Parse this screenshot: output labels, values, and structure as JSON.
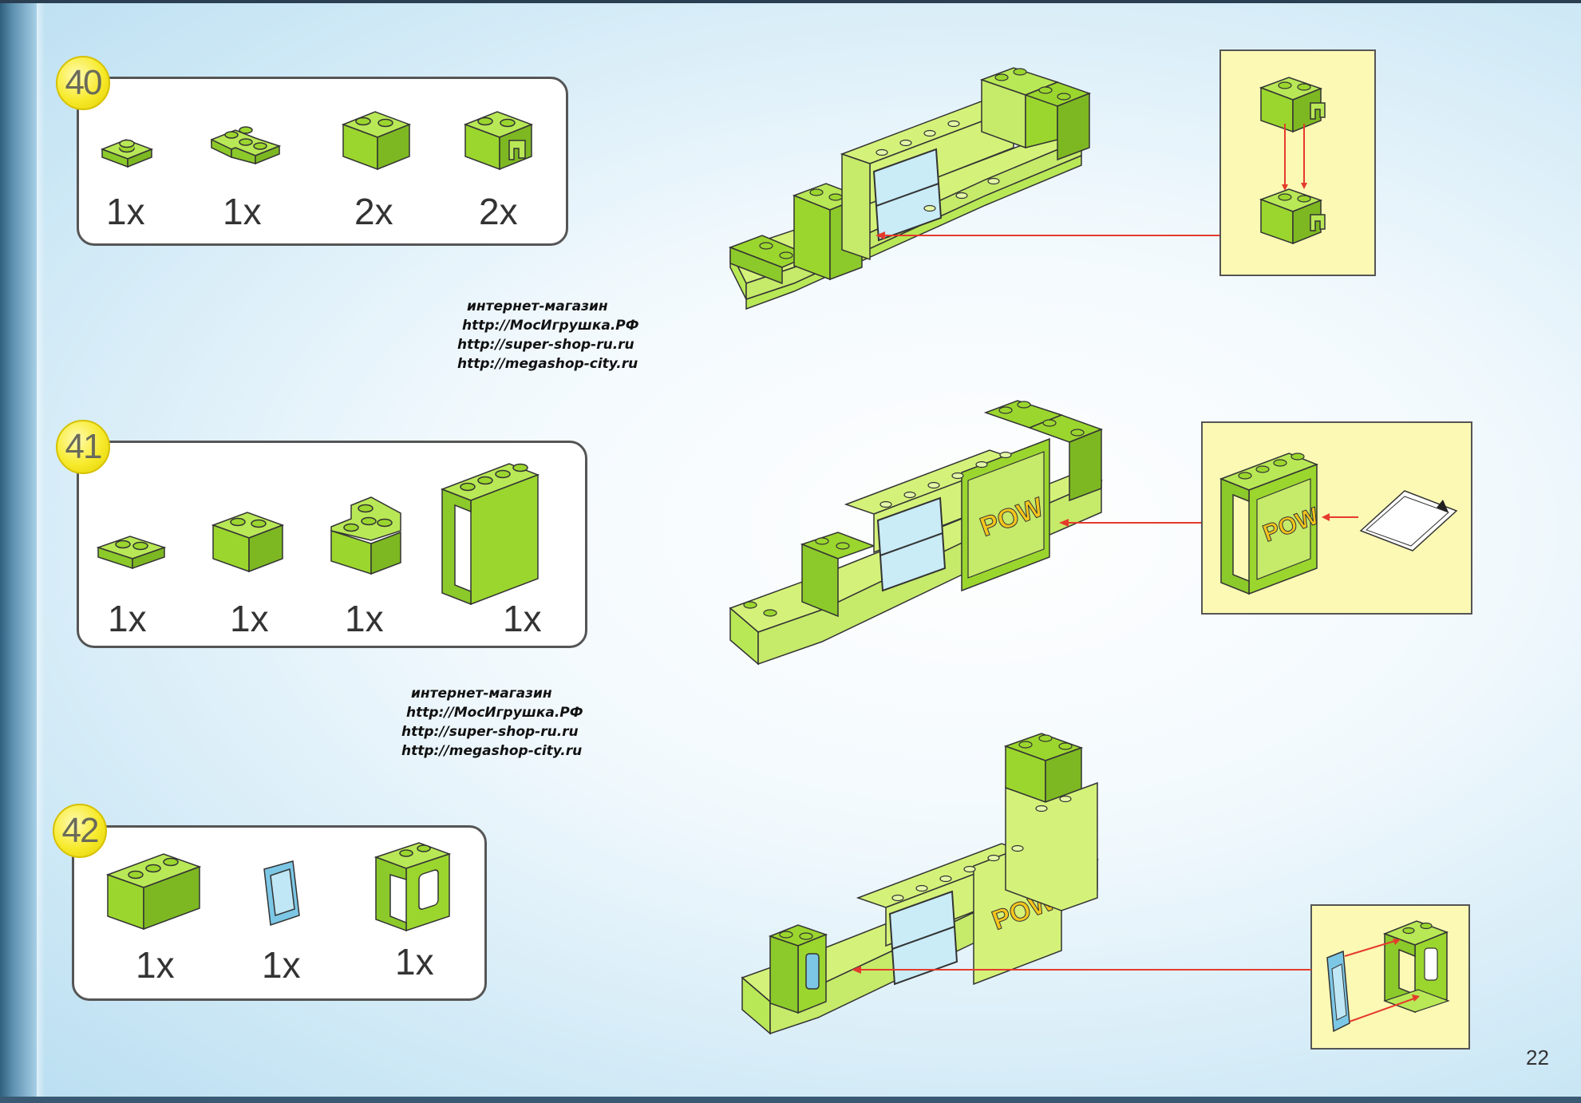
{
  "page_number": "22",
  "colors": {
    "brick_green": "#9bd62e",
    "brick_light": "#d4f27a",
    "inset_bg": "#fbf9b4",
    "step_circle": "#f2e41a",
    "arrow": "#e53b2c"
  },
  "watermarks": [
    [
      "интернет-магазин",
      "http://МосИгрушка.РФ",
      "http://super-shop-ru.ru",
      "http://megashop-city.ru"
    ],
    [
      "интернет-магазин",
      "http://МосИгрушка.РФ",
      "http://super-shop-ru.ru",
      "http://megashop-city.ru"
    ]
  ],
  "steps": [
    {
      "number": "40",
      "parts": [
        {
          "icon": "plate-1x2",
          "qty": "1x"
        },
        {
          "icon": "corner-plate",
          "qty": "1x"
        },
        {
          "icon": "brick-1x2",
          "qty": "2x"
        },
        {
          "icon": "brick-clip",
          "qty": "2x"
        }
      ]
    },
    {
      "number": "41",
      "parts": [
        {
          "icon": "plate-1x2",
          "qty": "1x"
        },
        {
          "icon": "brick-1x2",
          "qty": "1x"
        },
        {
          "icon": "corner-brick",
          "qty": "1x"
        },
        {
          "icon": "panel-1x4",
          "qty": "1x"
        }
      ]
    },
    {
      "number": "42",
      "parts": [
        {
          "icon": "brick-1x3",
          "qty": "1x"
        },
        {
          "icon": "window-glass",
          "qty": "1x"
        },
        {
          "icon": "window-frame",
          "qty": "1x"
        }
      ]
    }
  ],
  "sticker_text": "POW"
}
